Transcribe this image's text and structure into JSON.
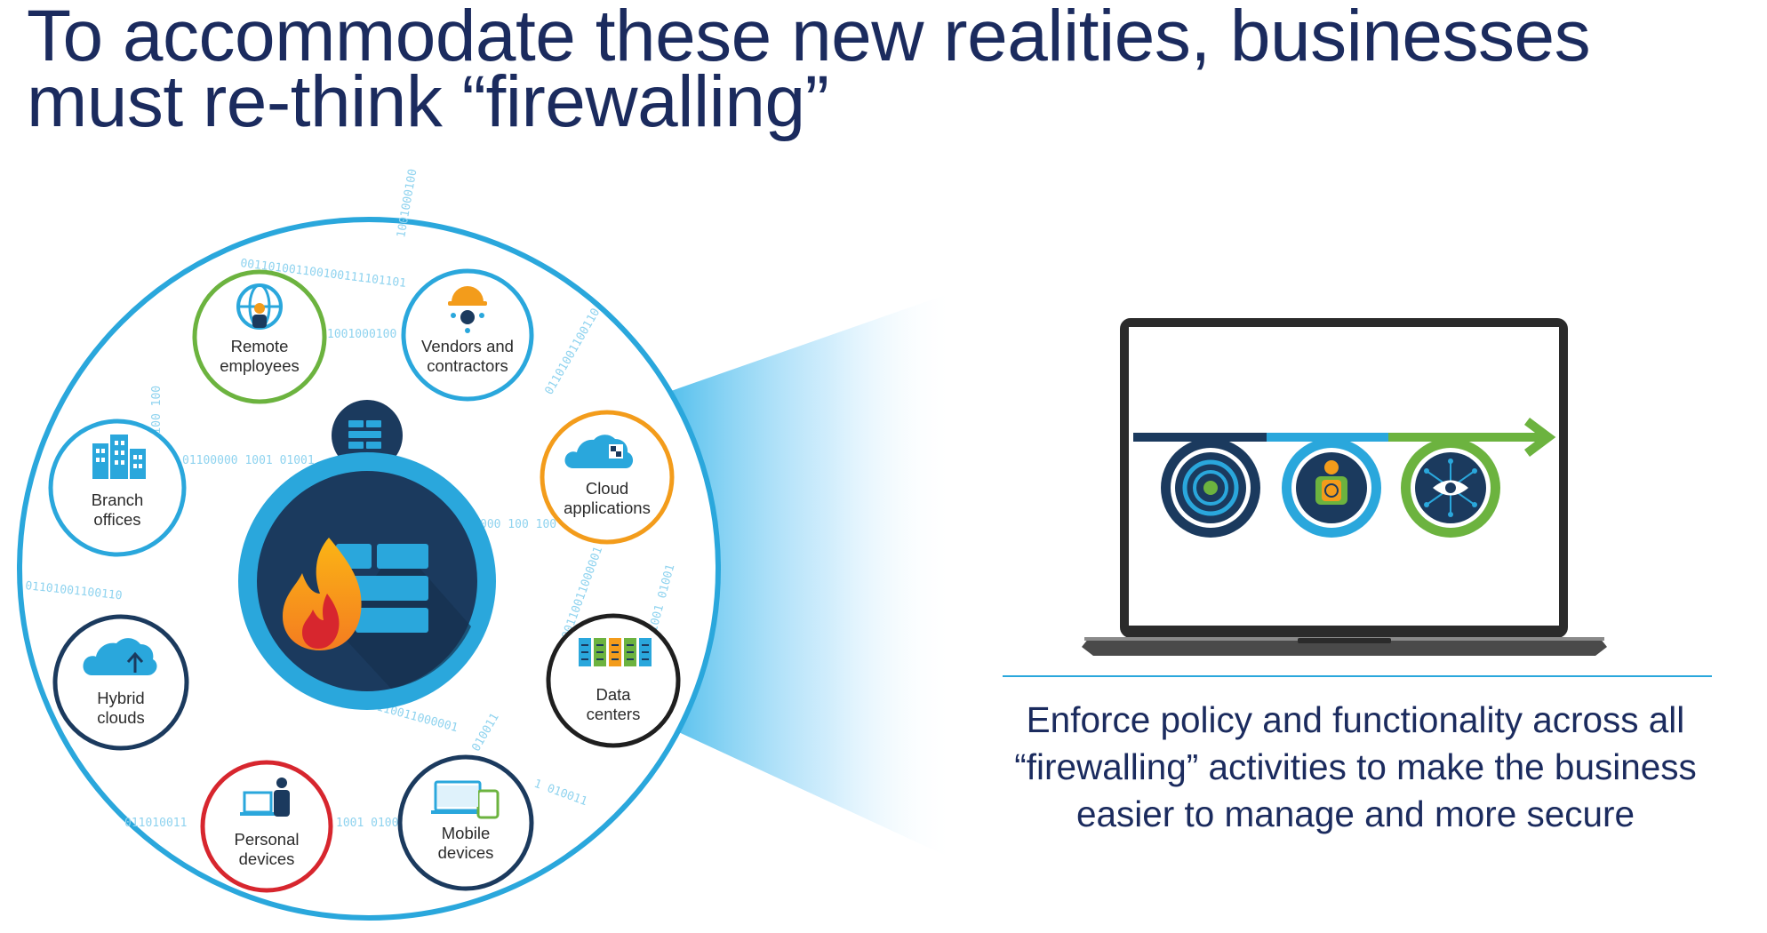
{
  "title": {
    "line1": "To accommodate these new realities, businesses",
    "line2": "must re-think “firewalling”"
  },
  "nodes": {
    "remote": {
      "line1": "Remote",
      "line2": "employees",
      "color": "#6cb33f",
      "icon": "globe-person-icon"
    },
    "vendors": {
      "line1": "Vendors and",
      "line2": "contractors",
      "color": "#2aa7dc",
      "icon": "hardhat-worker-icon"
    },
    "branch": {
      "line1": "Branch",
      "line2": "offices",
      "color": "#2aa7dc",
      "icon": "buildings-icon"
    },
    "cloud": {
      "line1": "Cloud",
      "line2": "applications",
      "color": "#f39c1b",
      "icon": "cloud-app-icon"
    },
    "hybrid": {
      "line1": "Hybrid",
      "line2": "clouds",
      "color": "#1b3a5e",
      "icon": "cloud-upload-icon"
    },
    "data": {
      "line1": "Data",
      "line2": "centers",
      "color": "#1f1f1f",
      "icon": "server-racks-icon"
    },
    "personal": {
      "line1": "Personal",
      "line2": "devices",
      "color": "#d7262e",
      "icon": "laptop-person-icon"
    },
    "mobile": {
      "line1": "Mobile",
      "line2": "devices",
      "color": "#1b3a5e",
      "icon": "devices-icon"
    }
  },
  "binary_text": {
    "a": "001101001100100111101101",
    "b": "1001000100",
    "c": "01100000 1001 01001",
    "d": "000 100 100",
    "e": "01101001100110",
    "f": "1001 0100",
    "g": "011010011",
    "h": "1 010011",
    "i": "00110011000001"
  },
  "firewall_icon": "firewall-flame-icon",
  "laptop_icon": "laptop-icon",
  "process_icons": [
    "target-icon",
    "fingerprint-user-icon",
    "eye-network-icon"
  ],
  "caption": {
    "line1": "Enforce policy and functionality across all",
    "line2": "“firewalling” activities to make the business",
    "line3": "easier to manage and more secure"
  },
  "colors": {
    "primary_blue": "#2aa7dc",
    "dark_navy": "#1b2b5e",
    "green": "#6cb33f",
    "orange": "#f39c1b",
    "red": "#d7262e"
  }
}
